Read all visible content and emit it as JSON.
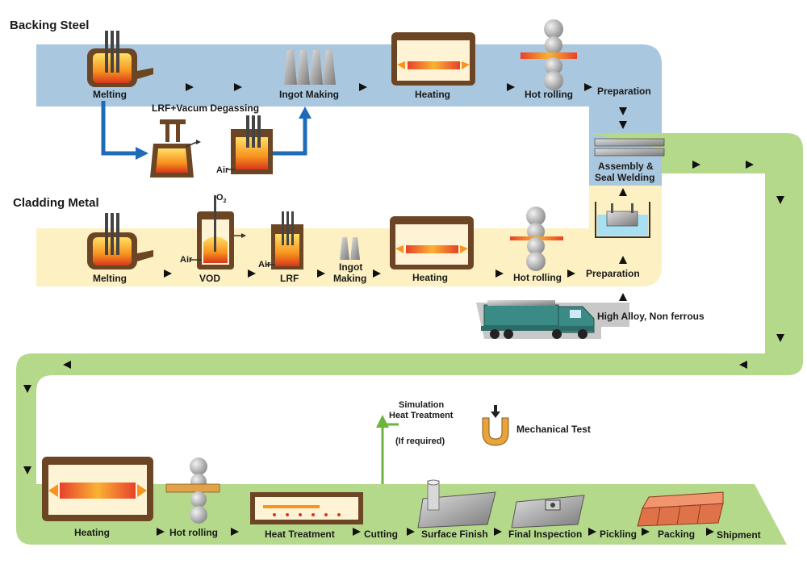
{
  "sections": {
    "backing_steel": "Backing Steel",
    "cladding_metal": "Cladding Metal"
  },
  "backing": {
    "melting": "Melting",
    "lrf_vacuum": "LRF+Vacum Degassing",
    "air": "Air",
    "ingot_making": "Ingot Making",
    "heating": "Heating",
    "hot_rolling": "Hot rolling",
    "preparation": "Preparation"
  },
  "assembly": {
    "line1": "Assembly &",
    "line2": "Seal Welding"
  },
  "cladding": {
    "melting": "Melting",
    "vod": "VOD",
    "o2": "O",
    "o2_sub": "2",
    "air_vod": "Air",
    "lrf": "LRF",
    "air_lrf": "Air",
    "ingot_line1": "Ingot",
    "ingot_line2": "Making",
    "heating": "Heating",
    "hot_rolling": "Hot rolling",
    "preparation": "Preparation",
    "high_alloy": "High Alloy, Non ferrous"
  },
  "final": {
    "heating": "Heating",
    "hot_rolling": "Hot rolling",
    "heat_treatment": "Heat Treatment",
    "cutting": "Cutting",
    "surface_finish": "Surface Finish",
    "final_inspection": "Final Inspection",
    "pickling": "Pickling",
    "packing": "Packing",
    "shipment": "Shipment",
    "sim_line1": "Simulation",
    "sim_line2": "Heat Treatment",
    "if_required": "(If required)",
    "mechanical_test": "Mechanical Test"
  },
  "colors": {
    "backing_band": "#a9c7de",
    "cladding_band": "#fdf0c2",
    "process_band": "#b5d98a",
    "feed_band": "#c8c8c8",
    "blue_arrow": "#1e6bb8",
    "green_arrow": "#6cb33f",
    "furnace": "#6b4524",
    "hot_metal": "#f7931e"
  }
}
